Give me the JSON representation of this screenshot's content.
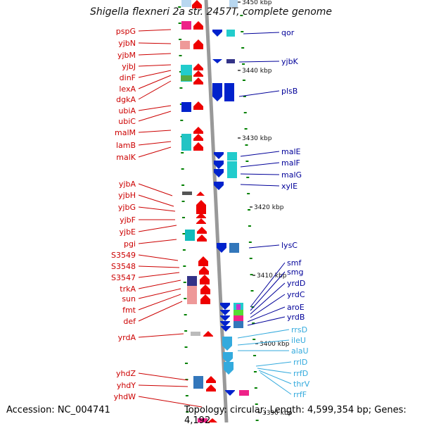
{
  "title": "Shigella flexneri 2a str. 2457T, complete genome",
  "accession": "Accession: NC_004741",
  "summary": "Topology: circular; Length: 4,599,354 bp; Genes: 4,192",
  "colors": {
    "left_labels": "#cc0000",
    "right_labels": "#000099",
    "rna_labels": "#33aadd",
    "backbone": "#999999",
    "tick": "#008000"
  },
  "kbp_marks": [
    "3450 kbp",
    "3440 kbp",
    "3430 kbp",
    "3420 kbp",
    "3410 kbp",
    "3400 kbp",
    "3390 kbp"
  ],
  "left_genes": [
    "pspG",
    "yjbN",
    "yjbM",
    "yjbJ",
    "dinF",
    "lexA",
    "dgkA",
    "ubiA",
    "ubiC",
    "malM",
    "lamB",
    "malK",
    "yjbA",
    "yjbH",
    "yjbG",
    "yjbF",
    "yjbE",
    "pgi",
    "S3549",
    "S3548",
    "S3547",
    "trkA",
    "sun",
    "fmt",
    "def",
    "yrdA",
    "yhdZ",
    "yhdY",
    "yhdW"
  ],
  "right_genes": [
    "qor",
    "yjbK",
    "plsB",
    "malE",
    "malF",
    "malG",
    "xylE",
    "lysC",
    "smf",
    "smg",
    "yrdD",
    "yrdC",
    "aroE",
    "yrdB"
  ],
  "rna_genes": [
    "rrsD",
    "ileU",
    "alaU",
    "rrlD",
    "rrfD",
    "thrV",
    "rrfF"
  ]
}
